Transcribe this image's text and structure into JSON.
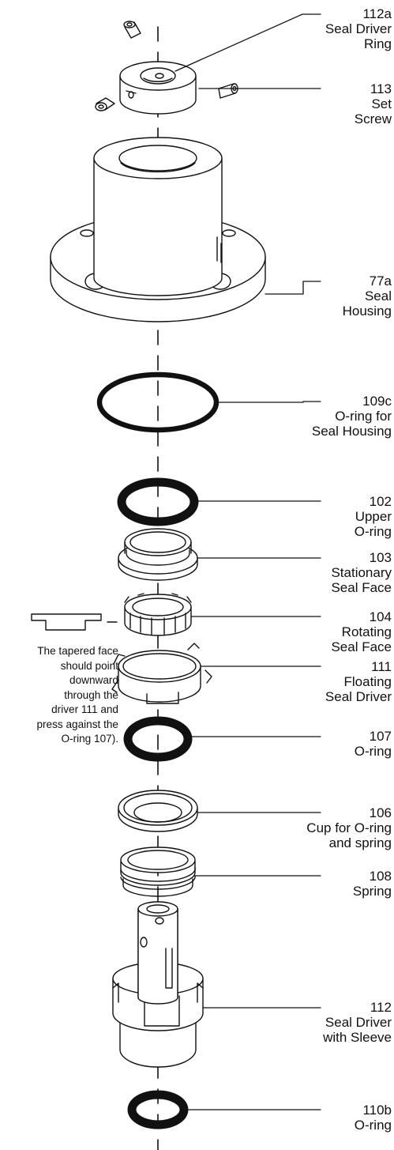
{
  "parts": [
    {
      "number": "112a",
      "name_lines": [
        "Seal Driver",
        "Ring"
      ]
    },
    {
      "number": "113",
      "name_lines": [
        "Set",
        "Screw"
      ]
    },
    {
      "number": "77a",
      "name_lines": [
        "Seal",
        "Housing"
      ]
    },
    {
      "number": "109c",
      "name_lines": [
        "O-ring for",
        "Seal Housing"
      ]
    },
    {
      "number": "102",
      "name_lines": [
        "Upper",
        "O-ring"
      ]
    },
    {
      "number": "103",
      "name_lines": [
        "Stationary",
        "Seal Face"
      ]
    },
    {
      "number": "104",
      "name_lines": [
        "Rotating",
        "Seal Face"
      ]
    },
    {
      "number": "111",
      "name_lines": [
        "Floating",
        "Seal Driver"
      ]
    },
    {
      "number": "107",
      "name_lines": [
        "O-ring"
      ]
    },
    {
      "number": "106",
      "name_lines": [
        "Cup for O-ring",
        "and spring"
      ]
    },
    {
      "number": "108",
      "name_lines": [
        "Spring"
      ]
    },
    {
      "number": "112",
      "name_lines": [
        "Seal Driver",
        "with Sleeve"
      ]
    },
    {
      "number": "110b",
      "name_lines": [
        "O-ring"
      ]
    }
  ],
  "note": {
    "lines": [
      "The tapered face",
      "should point",
      "downward",
      "through the",
      "driver 111 and",
      "press against the",
      "O-ring 107)."
    ]
  },
  "colors": {
    "line": "#111111",
    "background": "#ffffff"
  }
}
